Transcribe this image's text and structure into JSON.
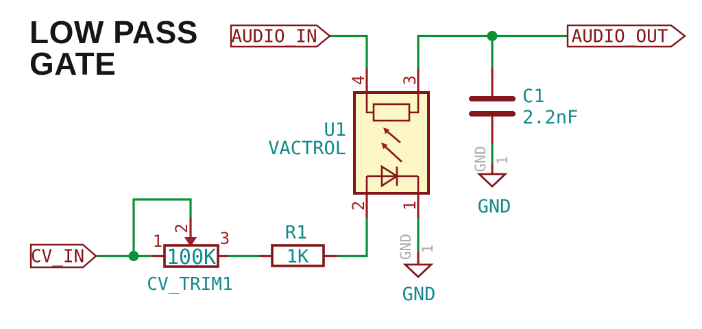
{
  "title": {
    "line1": "LOW PASS",
    "line2": "GATE"
  },
  "colors": {
    "wire": "#0a9134",
    "outline": "#841518",
    "pin": "#a01e20",
    "accent_teal": "#13898b",
    "pin_name_gray": "#acacac",
    "part_fill": "#fcf7c5",
    "label_fill": "#ffffff",
    "title": "#161616",
    "background": "#ffffff"
  },
  "net_labels": {
    "audio_in": "AUDIO_IN",
    "audio_out": "AUDIO_OUT",
    "cv_in": "CV_IN"
  },
  "components": {
    "optocoupler": {
      "ref": "U1",
      "value": "VACTROL",
      "pin1": "1",
      "pin2": "2",
      "pin3": "3",
      "pin4": "4"
    },
    "capacitor": {
      "ref": "C1",
      "value": "2.2nF"
    },
    "resistor": {
      "ref": "R1",
      "value": "1K"
    },
    "trimmer": {
      "ref": "CV_TRIM1",
      "value": "100K",
      "pin1": "1",
      "pin2": "2",
      "pin3": "3"
    },
    "ground": {
      "net_name": "GND",
      "pin_name": "GND",
      "pin_number": "1"
    }
  }
}
